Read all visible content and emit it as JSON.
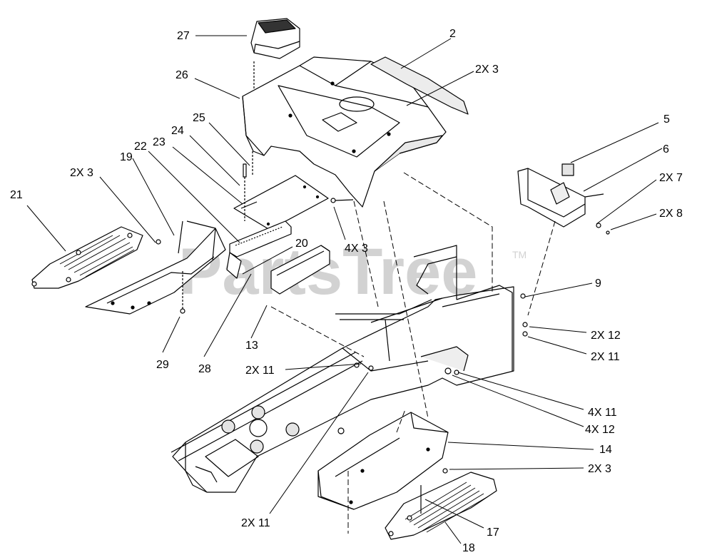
{
  "diagram": {
    "watermark": "PartsTree",
    "trademark": "TM",
    "callouts": [
      {
        "id": "c27",
        "text": "27"
      },
      {
        "id": "c2",
        "text": "2"
      },
      {
        "id": "c26",
        "text": "26"
      },
      {
        "id": "c2x3a",
        "text": "2X 3"
      },
      {
        "id": "c5",
        "text": "5"
      },
      {
        "id": "c25",
        "text": "25"
      },
      {
        "id": "c6",
        "text": "6"
      },
      {
        "id": "c24",
        "text": "24"
      },
      {
        "id": "c19",
        "text": "19"
      },
      {
        "id": "c22",
        "text": "22"
      },
      {
        "id": "c23",
        "text": "23"
      },
      {
        "id": "c2x7",
        "text": "2X 7"
      },
      {
        "id": "c2x3b",
        "text": "2X 3"
      },
      {
        "id": "c21",
        "text": "21"
      },
      {
        "id": "c2x8",
        "text": "2X 8"
      },
      {
        "id": "c20",
        "text": "20"
      },
      {
        "id": "c4x3",
        "text": "4X 3"
      },
      {
        "id": "c9",
        "text": "9"
      },
      {
        "id": "c2x12",
        "text": "2X 12"
      },
      {
        "id": "c13",
        "text": "13"
      },
      {
        "id": "c2x11a",
        "text": "2X 11"
      },
      {
        "id": "c29",
        "text": "29"
      },
      {
        "id": "c28",
        "text": "28"
      },
      {
        "id": "c2x11b",
        "text": "2X 11"
      },
      {
        "id": "c4x11",
        "text": "4X 11"
      },
      {
        "id": "c4x12",
        "text": "4X 12"
      },
      {
        "id": "c14",
        "text": "14"
      },
      {
        "id": "c2x3c",
        "text": "2X 3"
      },
      {
        "id": "c2x11c",
        "text": "2X 11"
      },
      {
        "id": "c17",
        "text": "17"
      },
      {
        "id": "c18",
        "text": "18"
      }
    ]
  },
  "colors": {
    "line": "#000000",
    "part_fill": "#ffffff",
    "shade": "#d6d6d6",
    "watermark": "#cfcfcf"
  }
}
